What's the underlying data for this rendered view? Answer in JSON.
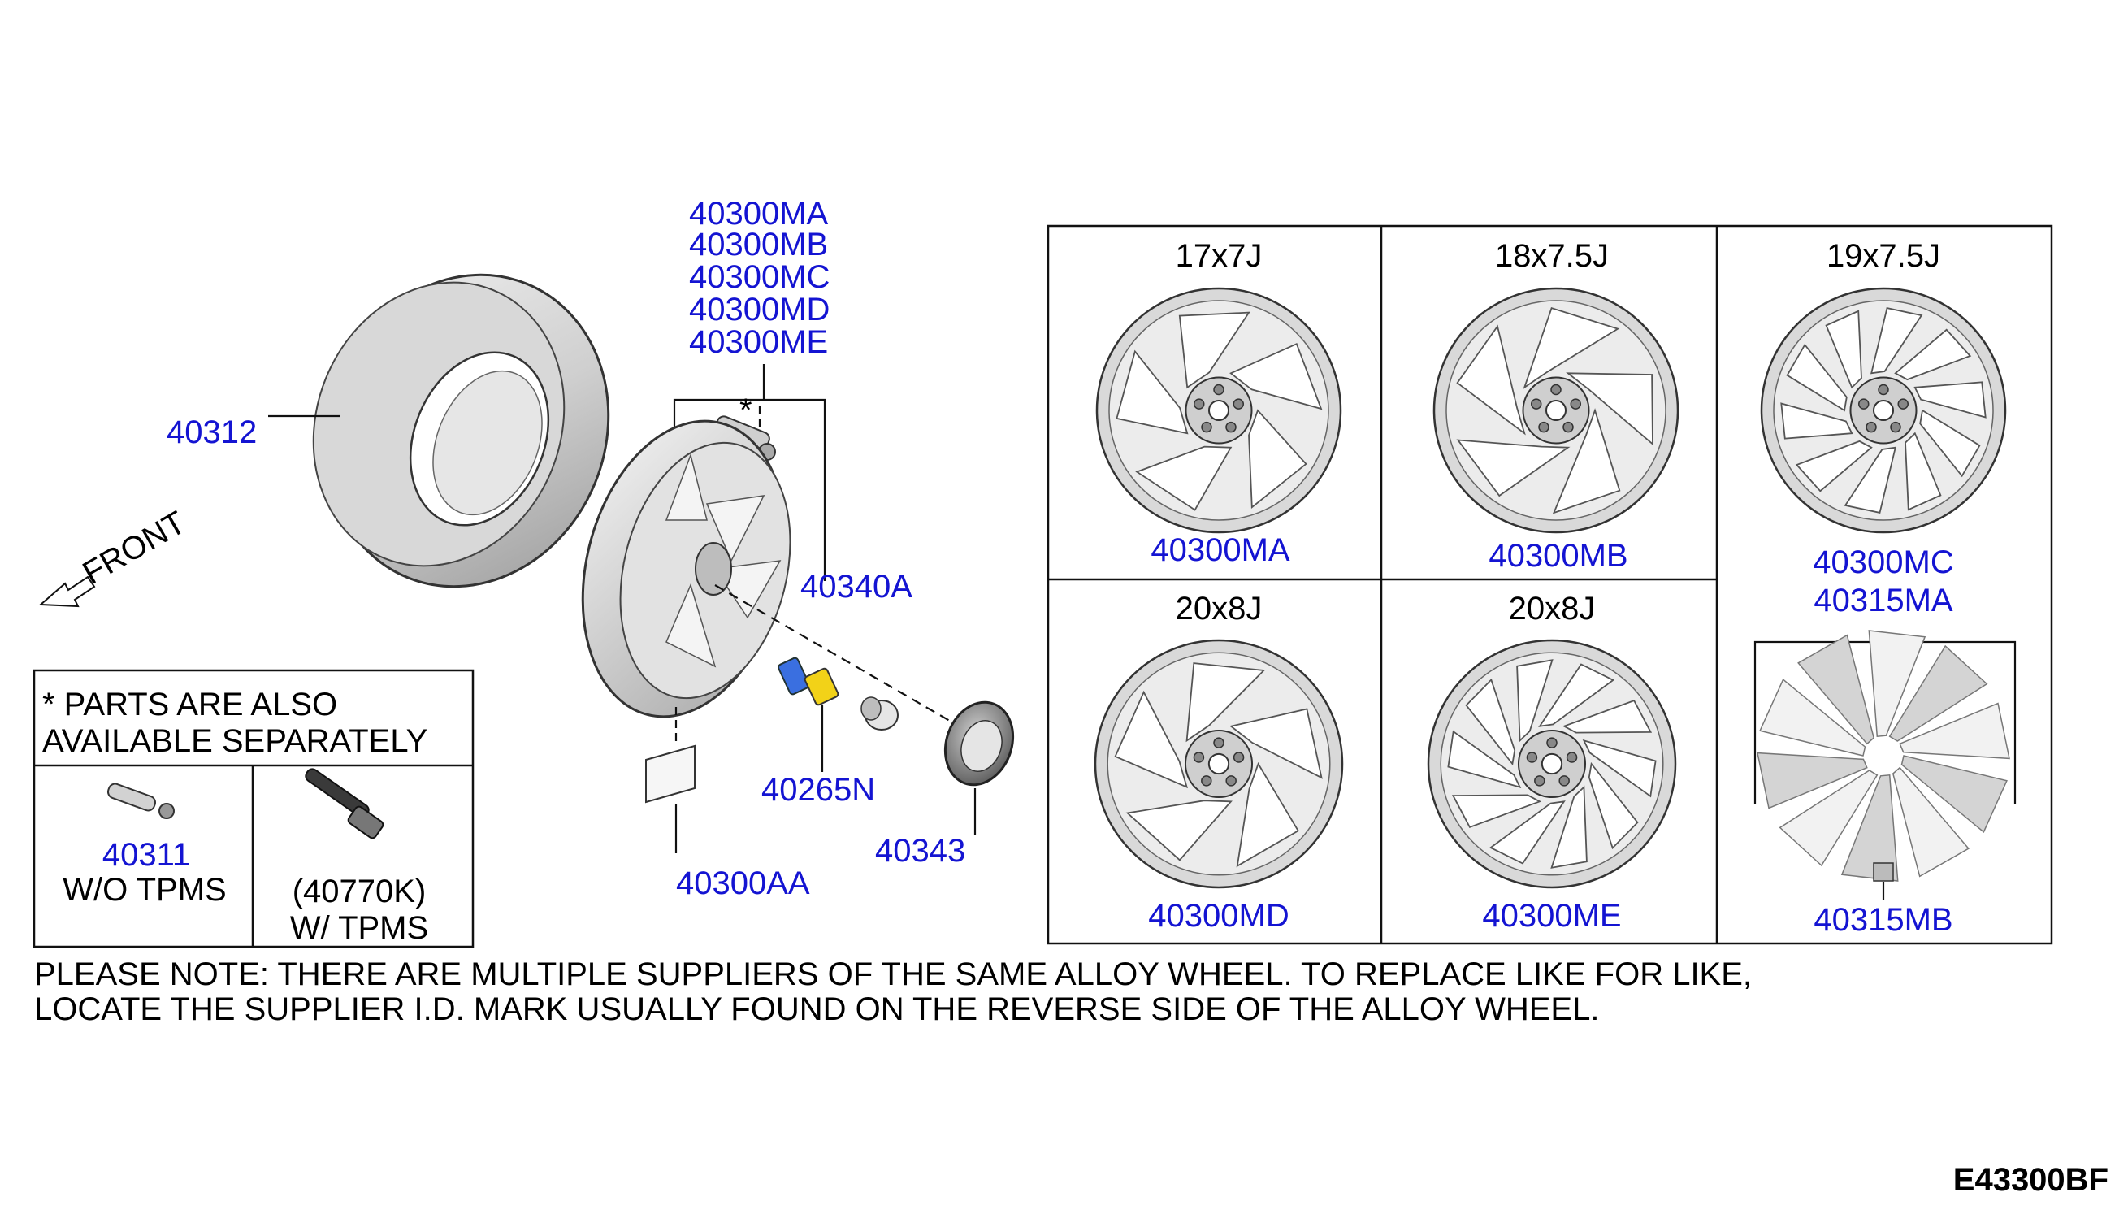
{
  "callouts": {
    "wheel_list": [
      "40300MA",
      "40300MB",
      "40300MC",
      "40300MD",
      "40300ME"
    ],
    "tire": "40312",
    "kit_marker": "*",
    "valve_kit": "40340A",
    "nut": "40265N",
    "cap": "40343",
    "label": "40300AA",
    "front": "FRONT"
  },
  "note_box": {
    "title_line1": "* PARTS ARE ALSO",
    "title_line2": "AVAILABLE SEPARATELY",
    "left_part": "40311",
    "left_desc": "W/O TPMS",
    "right_part": "(40770K)",
    "right_desc": "W/ TPMS"
  },
  "wheel_grid": {
    "cells": [
      {
        "size": "17x7J",
        "part": "40300MA"
      },
      {
        "size": "18x7.5J",
        "part": "40300MB"
      },
      {
        "size": "19x7.5J",
        "part": "40300MC"
      },
      {
        "size": "20x8J",
        "part": "40300ME"
      },
      {
        "size": "20x8J",
        "part": "40300MD"
      },
      {
        "size": "",
        "part": "40315MA",
        "part2": "40315MB"
      }
    ]
  },
  "footnote": {
    "line1": "PLEASE NOTE: THERE ARE MULTIPLE SUPPLIERS OF THE SAME ALLOY WHEEL. TO REPLACE LIKE FOR LIKE,",
    "line2": "LOCATE THE SUPPLIER I.D. MARK USUALLY FOUND ON THE REVERSE SIDE OF THE ALLOY WHEEL."
  },
  "diagram_code": "E43300BF",
  "colors": {
    "part_number": "#1414d2",
    "text": "#000000",
    "line": "#111111"
  }
}
